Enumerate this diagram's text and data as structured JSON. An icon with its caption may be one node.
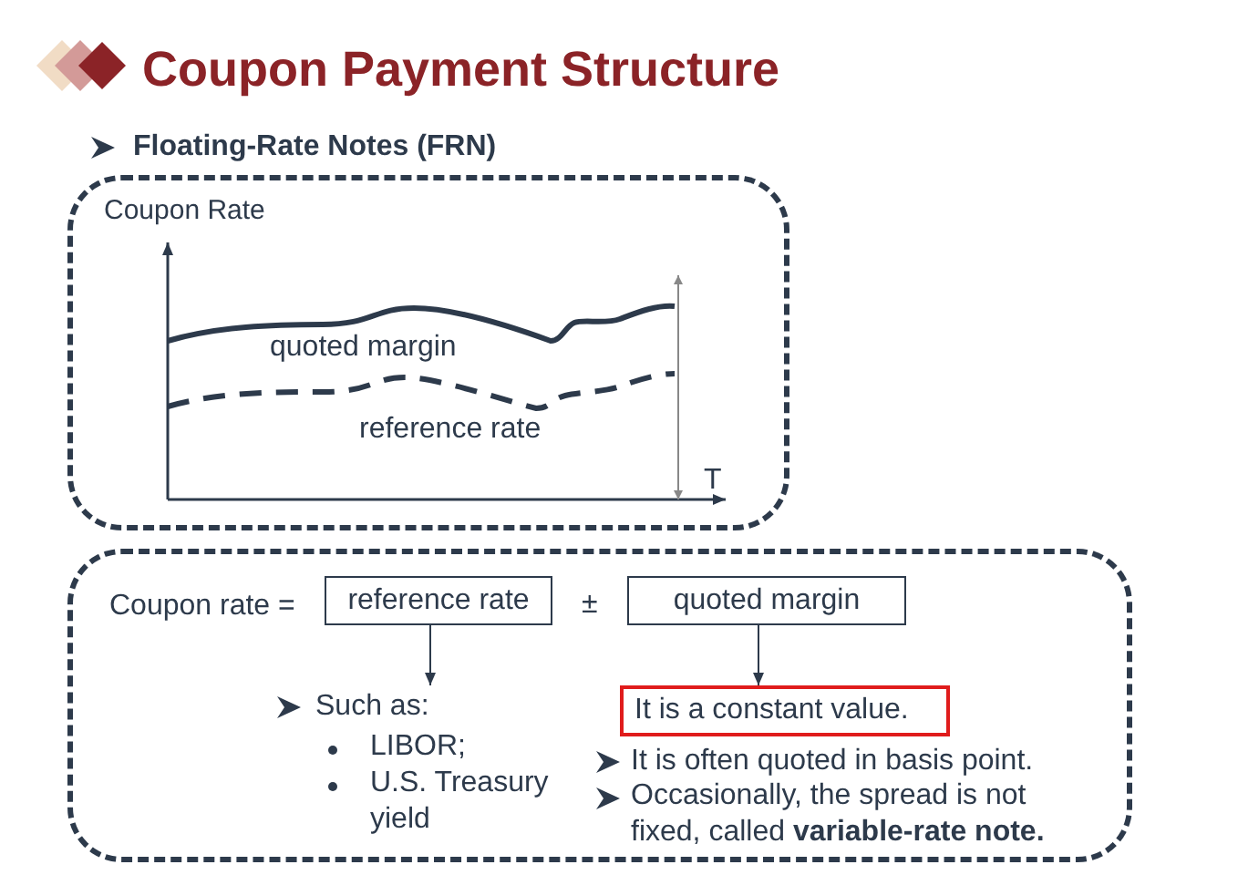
{
  "diagram": {
    "title": "Coupon Payment Structure",
    "nodes": [
      {
        "text": [],
        "shape": "box"
      },
      {
        "text": [],
        "shape": "box"
      },
      {
        "text": [
          "reference rate"
        ],
        "in": 1
      },
      {
        "text": [
          "quoted margin"
        ],
        "in": 1
      },
      {
        "text": [
          "Such as:",
          "LIBOR;",
          "U.S. Treasury yield"
        ],
        "in": 1
      },
      {
        "text": [
          "It is a constant value."
        ],
        "in": 1
      }
    ],
    "edges": [
      {
        "from": 2,
        "to": 4,
        "arrow": "to"
      },
      {
        "from": 3,
        "to": 5,
        "arrow": "to"
      }
    ],
    "labels": [
      "Floating-Rate Notes (FRN)",
      "Coupon Rate",
      "quoted margin",
      "reference rate",
      "T",
      "Coupon rate =",
      "±",
      "It is often quoted in basis point.",
      "Occasionally, the spread is not fixed, called **variable-rate note.**"
    ]
  }
}
